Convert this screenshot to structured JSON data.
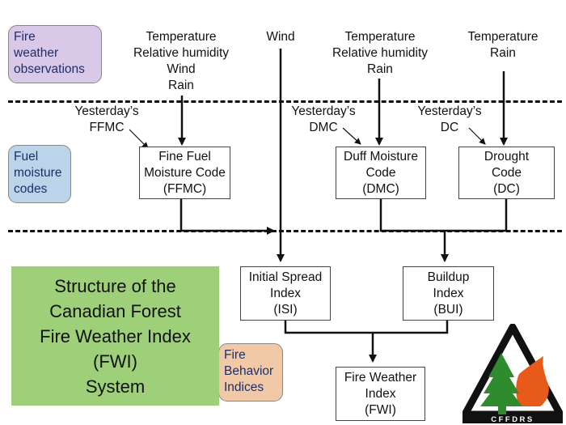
{
  "categories": {
    "observations": [
      "Fire",
      "weather",
      "observations"
    ],
    "fuel_codes": [
      "Fuel",
      "moisture",
      "codes"
    ],
    "behavior": [
      "Fire",
      "Behavior",
      "Indices"
    ]
  },
  "inputs": {
    "ffmc_inputs": [
      "Temperature",
      "Relative humidity",
      "Wind",
      "Rain"
    ],
    "wind": "Wind",
    "dmc_inputs": [
      "Temperature",
      "Relative humidity",
      "Rain"
    ],
    "dc_inputs": [
      "Temperature",
      "Rain"
    ]
  },
  "yesterday": {
    "ffmc": [
      "Yesterday’s",
      "FFMC"
    ],
    "dmc": [
      "Yesterday’s",
      "DMC"
    ],
    "dc": [
      "Yesterday’s",
      "DC"
    ]
  },
  "codes": {
    "ffmc": [
      "Fine Fuel",
      "Moisture Code",
      "(FFMC)"
    ],
    "dmc": [
      "Duff Moisture",
      "Code",
      "(DMC)"
    ],
    "dc": [
      "Drought",
      "Code",
      "(DC)"
    ]
  },
  "indices": {
    "isi": [
      "Initial Spread",
      "Index",
      "(ISI)"
    ],
    "bui": [
      "Buildup",
      "Index",
      "(BUI)"
    ],
    "fwi": [
      "Fire Weather",
      "Index",
      "(FWI)"
    ]
  },
  "title": [
    "Structure of the",
    "Canadian Forest",
    "Fire Weather Index",
    "(FWI)",
    "System"
  ],
  "logo": {
    "text": "CFFDRS"
  },
  "colors": {
    "observations_bg": "#d9c8e8",
    "fuel_codes_bg": "#bcd4ea",
    "behavior_bg": "#f2c9a6",
    "title_bg": "#9ecf79",
    "logo_tree": "#2e8b2e",
    "logo_flame": "#e85a1a"
  }
}
